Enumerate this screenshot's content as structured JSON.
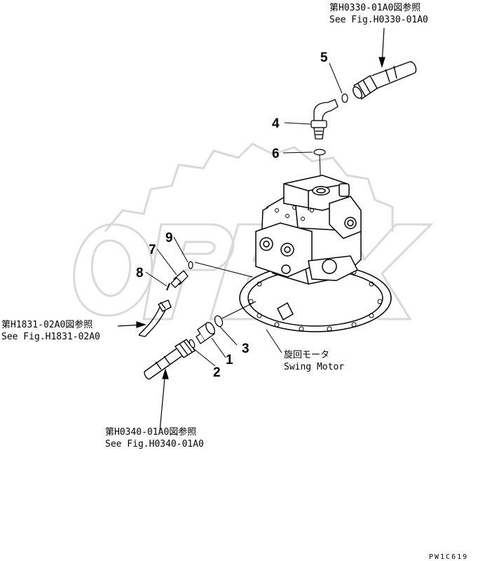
{
  "callouts": [
    {
      "id": "1",
      "label": "1"
    },
    {
      "id": "2",
      "label": "2"
    },
    {
      "id": "3",
      "label": "3"
    },
    {
      "id": "4",
      "label": "4"
    },
    {
      "id": "5",
      "label": "5"
    },
    {
      "id": "6",
      "label": "6"
    },
    {
      "id": "7",
      "label": "7"
    },
    {
      "id": "8",
      "label": "8"
    },
    {
      "id": "9",
      "label": "9"
    }
  ],
  "references": {
    "top": {
      "jp": "第H0330-01A0図参照",
      "en": "See Fig.H0330-01A0"
    },
    "left": {
      "jp": "第H1831-02A0図参照",
      "en": "See Fig.H1831-02A0"
    },
    "bottom": {
      "jp": "第H0340-01A0図参照",
      "en": "See Fig.H0340-01A0"
    }
  },
  "motor_label": {
    "jp": "旋回モータ",
    "en": "Swing Motor"
  },
  "watermark": "OPEX",
  "drawing_code": "PW1C619",
  "colors": {
    "ink": "#000000",
    "watermark": "#d9d9d9",
    "background": "#ffffff"
  }
}
